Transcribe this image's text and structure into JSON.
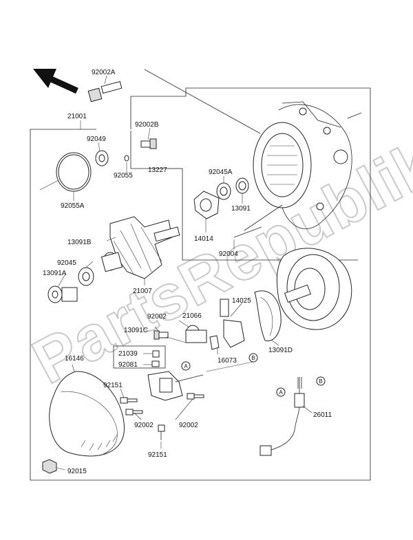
{
  "watermark": "PartsRepublik",
  "reference_letters": {
    "a": "A",
    "b": "B"
  },
  "labels": {
    "p92002A": "92002A",
    "p21001": "21001",
    "p92002B": "92002B",
    "p92049": "92049",
    "p13227": "13227",
    "p92055": "92055",
    "p92045A": "92045A",
    "p13091": "13091",
    "p92055A": "92055A",
    "p14014": "14014",
    "p92004": "92004",
    "p13091B": "13091B",
    "p92045": "92045",
    "p13091A": "13091A",
    "p21007": "21007",
    "p14025": "14025",
    "p92002_top": "92002",
    "p21066": "21066",
    "p13091C": "13091C",
    "p21039": "21039",
    "p92081": "92081",
    "p16073": "16073",
    "p13091D": "13091D",
    "p16146": "16146",
    "p92151_top": "92151",
    "p92002_bl": "92002",
    "p92002_br": "92002",
    "p92151_bottom": "92151",
    "p26011": "26011",
    "p92015": "92015"
  }
}
